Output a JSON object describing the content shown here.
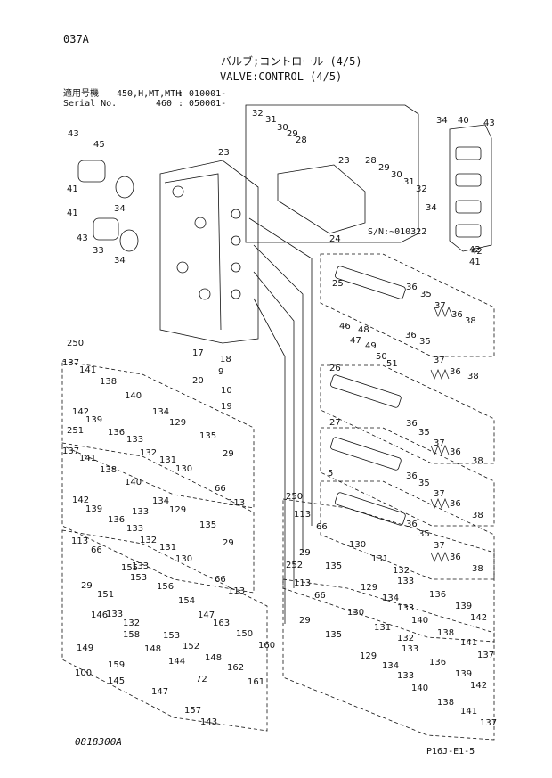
{
  "page": {
    "code": "037A",
    "title_jp": "バルブ;コントロール (4/5)",
    "title_en": "VALVE:CONTROL (4/5)",
    "model_rows": [
      {
        "label": "適用号機",
        "model": "450,H,MT,MTH",
        "serial": ": 010001-"
      },
      {
        "label": "Serial No.",
        "model": "460",
        "serial": ": 050001-"
      }
    ],
    "serial_note": "S/N:~010322",
    "footer_left": "0818300A",
    "footer_right": "P16J-E1-5"
  },
  "callouts": [
    {
      "t": "32"
    },
    {
      "t": "31"
    },
    {
      "t": "30"
    },
    {
      "t": "29"
    },
    {
      "t": "28"
    },
    {
      "t": "34"
    },
    {
      "t": "40"
    },
    {
      "t": "43"
    },
    {
      "t": "43"
    },
    {
      "t": "45"
    },
    {
      "t": "23"
    },
    {
      "t": "23"
    },
    {
      "t": "28"
    },
    {
      "t": "29"
    },
    {
      "t": "30"
    },
    {
      "t": "31"
    },
    {
      "t": "32"
    },
    {
      "t": "34"
    },
    {
      "t": "42"
    },
    {
      "t": "41"
    },
    {
      "t": "41"
    },
    {
      "t": "34"
    },
    {
      "t": "43"
    },
    {
      "t": "33"
    },
    {
      "t": "34"
    },
    {
      "t": "42"
    },
    {
      "t": "41"
    },
    {
      "t": "24"
    },
    {
      "t": "25"
    },
    {
      "t": "36"
    },
    {
      "t": "35"
    },
    {
      "t": "37"
    },
    {
      "t": "36"
    },
    {
      "t": "38"
    },
    {
      "t": "46"
    },
    {
      "t": "48"
    },
    {
      "t": "47"
    },
    {
      "t": "49"
    },
    {
      "t": "50"
    },
    {
      "t": "51"
    },
    {
      "t": "26"
    },
    {
      "t": "36"
    },
    {
      "t": "35"
    },
    {
      "t": "37"
    },
    {
      "t": "36"
    },
    {
      "t": "38"
    },
    {
      "t": "27"
    },
    {
      "t": "36"
    },
    {
      "t": "35"
    },
    {
      "t": "37"
    },
    {
      "t": "36"
    },
    {
      "t": "38"
    },
    {
      "t": "5"
    },
    {
      "t": "36"
    },
    {
      "t": "35"
    },
    {
      "t": "37"
    },
    {
      "t": "36"
    },
    {
      "t": "38"
    },
    {
      "t": "36"
    },
    {
      "t": "35"
    },
    {
      "t": "37"
    },
    {
      "t": "36"
    },
    {
      "t": "38"
    },
    {
      "t": "17"
    },
    {
      "t": "18"
    },
    {
      "t": "9"
    },
    {
      "t": "20"
    },
    {
      "t": "10"
    },
    {
      "t": "19"
    },
    {
      "t": "250"
    },
    {
      "t": "137"
    },
    {
      "t": "141"
    },
    {
      "t": "138"
    },
    {
      "t": "142"
    },
    {
      "t": "139"
    },
    {
      "t": "140"
    },
    {
      "t": "136"
    },
    {
      "t": "133"
    },
    {
      "t": "134"
    },
    {
      "t": "132"
    },
    {
      "t": "129"
    },
    {
      "t": "131"
    },
    {
      "t": "133"
    },
    {
      "t": "130"
    },
    {
      "t": "135"
    },
    {
      "t": "29"
    },
    {
      "t": "66"
    },
    {
      "t": "113"
    },
    {
      "t": "251"
    },
    {
      "t": "137"
    },
    {
      "t": "141"
    },
    {
      "t": "138"
    },
    {
      "t": "142"
    },
    {
      "t": "139"
    },
    {
      "t": "140"
    },
    {
      "t": "136"
    },
    {
      "t": "133"
    },
    {
      "t": "134"
    },
    {
      "t": "132"
    },
    {
      "t": "129"
    },
    {
      "t": "131"
    },
    {
      "t": "133"
    },
    {
      "t": "130"
    },
    {
      "t": "135"
    },
    {
      "t": "29"
    },
    {
      "t": "66"
    },
    {
      "t": "113"
    },
    {
      "t": "113"
    },
    {
      "t": "66"
    },
    {
      "t": "155"
    },
    {
      "t": "153"
    },
    {
      "t": "29"
    },
    {
      "t": "151"
    },
    {
      "t": "133"
    },
    {
      "t": "156"
    },
    {
      "t": "154"
    },
    {
      "t": "132"
    },
    {
      "t": "147"
    },
    {
      "t": "153"
    },
    {
      "t": "163"
    },
    {
      "t": "152"
    },
    {
      "t": "150"
    },
    {
      "t": "148"
    },
    {
      "t": "160"
    },
    {
      "t": "162"
    },
    {
      "t": "161"
    },
    {
      "t": "146"
    },
    {
      "t": "149"
    },
    {
      "t": "158"
    },
    {
      "t": "148"
    },
    {
      "t": "159"
    },
    {
      "t": "144"
    },
    {
      "t": "145"
    },
    {
      "t": "147"
    },
    {
      "t": "72"
    },
    {
      "t": "157"
    },
    {
      "t": "143"
    },
    {
      "t": "100"
    },
    {
      "t": "250"
    },
    {
      "t": "113"
    },
    {
      "t": "66"
    },
    {
      "t": "29"
    },
    {
      "t": "130"
    },
    {
      "t": "135"
    },
    {
      "t": "131"
    },
    {
      "t": "129"
    },
    {
      "t": "132"
    },
    {
      "t": "133"
    },
    {
      "t": "134"
    },
    {
      "t": "133"
    },
    {
      "t": "136"
    },
    {
      "t": "140"
    },
    {
      "t": "139"
    },
    {
      "t": "142"
    },
    {
      "t": "138"
    },
    {
      "t": "141"
    },
    {
      "t": "137"
    },
    {
      "t": "252"
    },
    {
      "t": "113"
    },
    {
      "t": "66"
    },
    {
      "t": "29"
    },
    {
      "t": "130"
    },
    {
      "t": "135"
    },
    {
      "t": "131"
    },
    {
      "t": "129"
    },
    {
      "t": "132"
    },
    {
      "t": "133"
    },
    {
      "t": "134"
    },
    {
      "t": "133"
    },
    {
      "t": "136"
    },
    {
      "t": "140"
    },
    {
      "t": "139"
    },
    {
      "t": "142"
    },
    {
      "t": "138"
    },
    {
      "t": "141"
    },
    {
      "t": "137"
    }
  ]
}
